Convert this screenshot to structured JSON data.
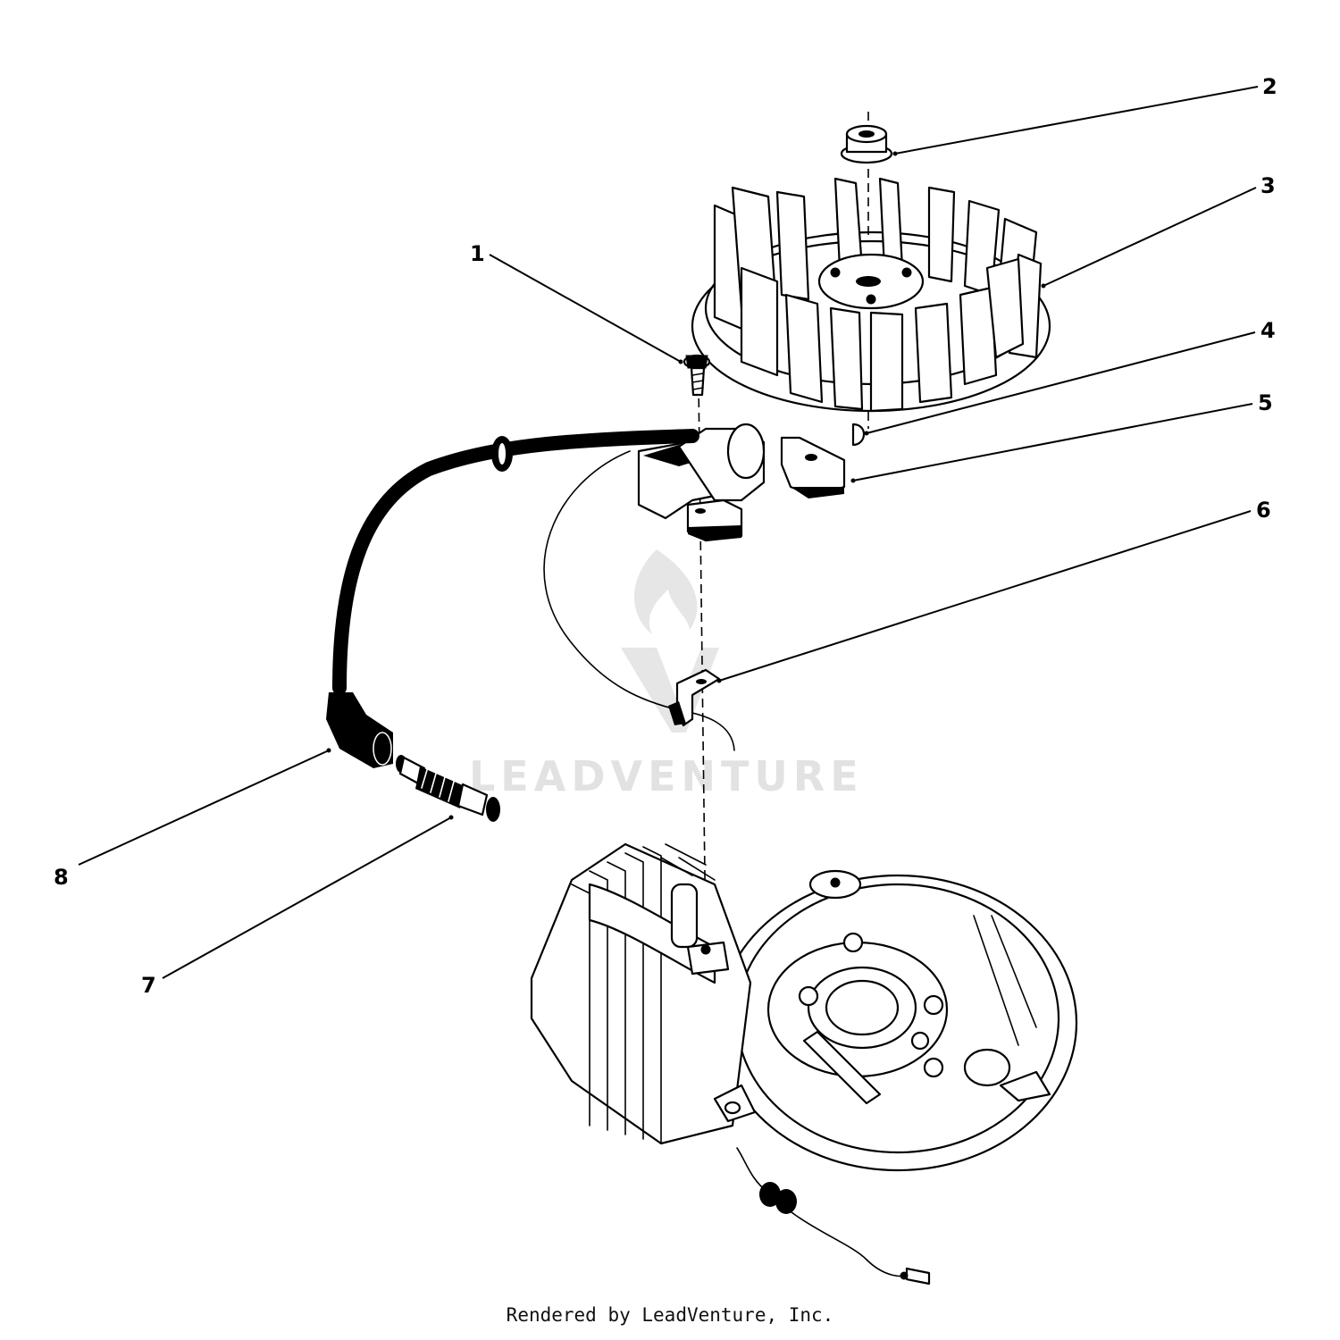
{
  "watermark": {
    "text": "LEADVENTURE"
  },
  "callouts": [
    {
      "id": "1",
      "label": "1"
    },
    {
      "id": "2",
      "label": "2"
    },
    {
      "id": "3",
      "label": "3"
    },
    {
      "id": "4",
      "label": "4"
    },
    {
      "id": "5",
      "label": "5"
    },
    {
      "id": "6",
      "label": "6"
    },
    {
      "id": "7",
      "label": "7"
    },
    {
      "id": "8",
      "label": "8"
    }
  ],
  "footer": {
    "credit": "Rendered by LeadVenture, Inc."
  },
  "colors": {
    "ink": "#000000",
    "watermark": "#e2e2e2",
    "background": "#ffffff"
  }
}
